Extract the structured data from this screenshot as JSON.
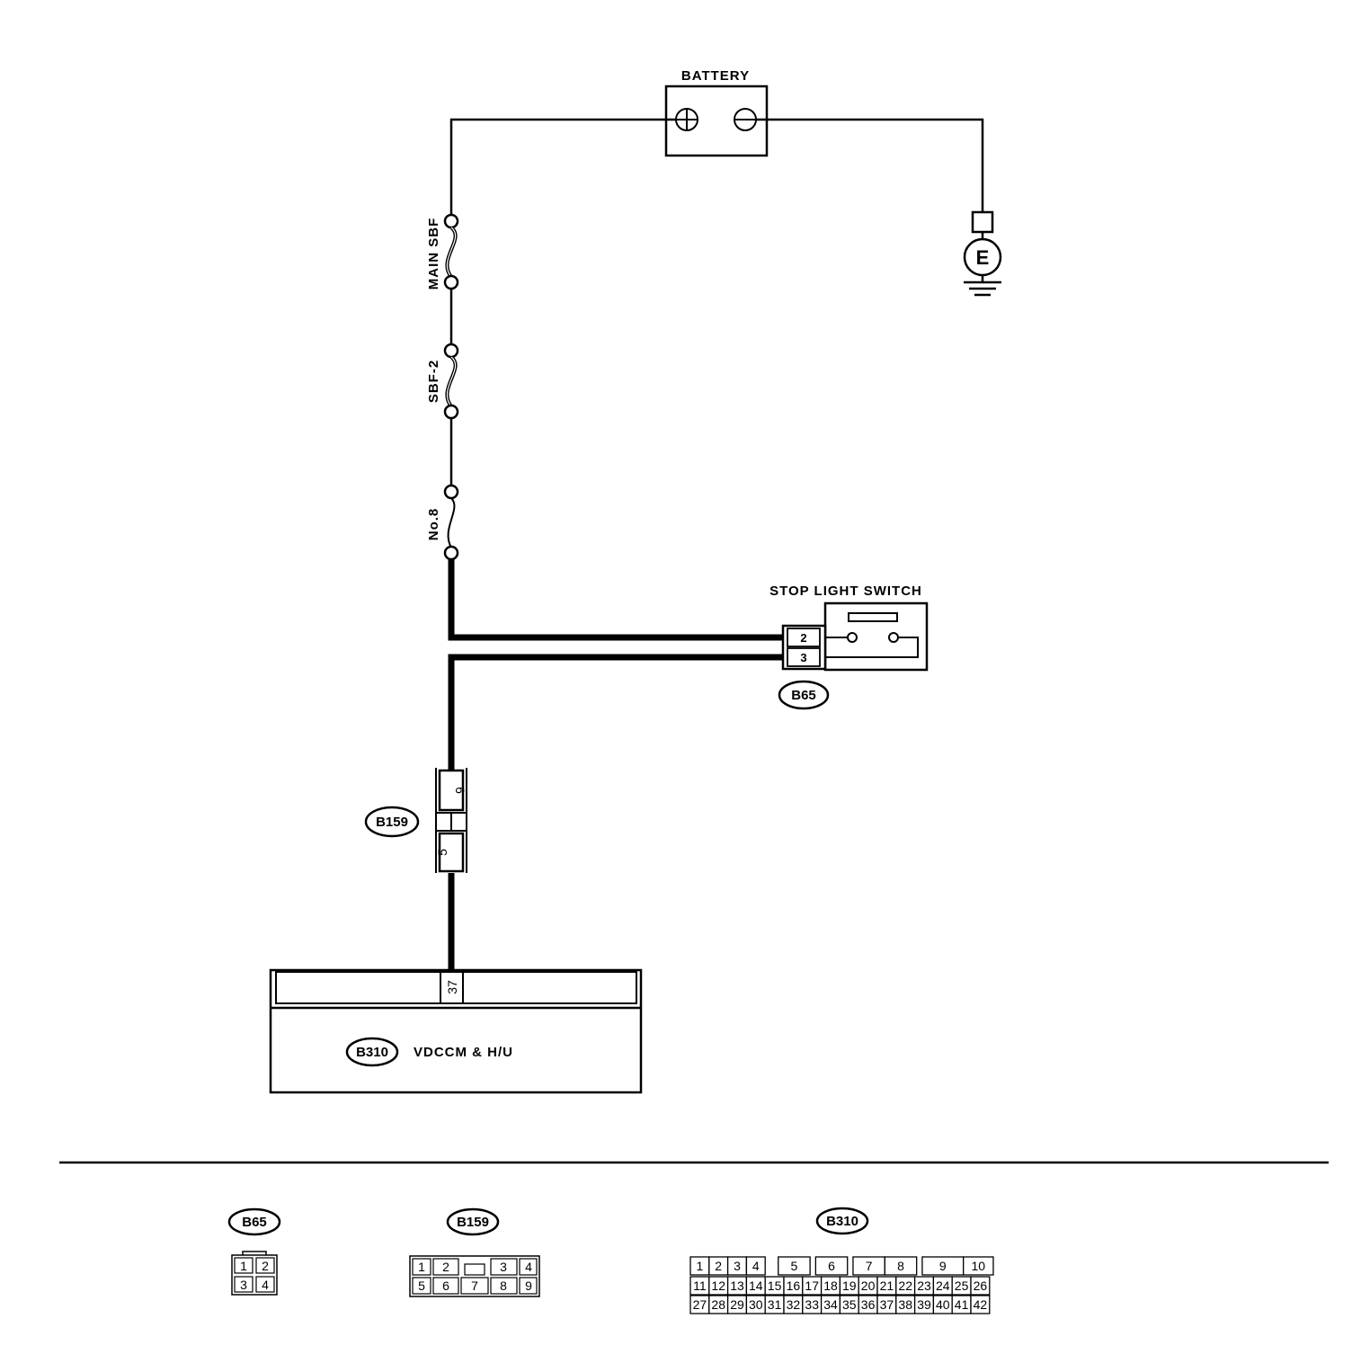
{
  "battery": {
    "label": "BATTERY",
    "ground": "E"
  },
  "fuses": {
    "main": "MAIN SBF",
    "sbf2": "SBF-2",
    "no8": "No.8"
  },
  "stop_light_switch": {
    "label": "STOP LIGHT SWITCH",
    "pin_top": "2",
    "pin_bottom": "3",
    "connector": "B65"
  },
  "b159": {
    "connector": "B159",
    "pin_top": "6",
    "pin_bottom": "5"
  },
  "module": {
    "connector": "B310",
    "label": "VDCCM & H/U",
    "pin": "37"
  },
  "connector_views": {
    "b65": {
      "tag": "B65",
      "pins": [
        "1",
        "2",
        "3",
        "4"
      ]
    },
    "b159": {
      "tag": "B159",
      "pins": [
        "1",
        "2",
        "3",
        "4",
        "5",
        "6",
        "7",
        "8",
        "9"
      ]
    },
    "b310": {
      "tag": "B310",
      "row1": [
        "1",
        "2",
        "3",
        "4",
        "5",
        "6",
        "7",
        "8",
        "9",
        "10"
      ],
      "row2": [
        "11",
        "12",
        "13",
        "14",
        "15",
        "16",
        "17",
        "18",
        "19",
        "20",
        "21",
        "22",
        "23",
        "24",
        "25",
        "26"
      ],
      "row3": [
        "27",
        "28",
        "29",
        "30",
        "31",
        "32",
        "33",
        "34",
        "35",
        "36",
        "37",
        "38",
        "39",
        "40",
        "41",
        "42"
      ]
    }
  }
}
